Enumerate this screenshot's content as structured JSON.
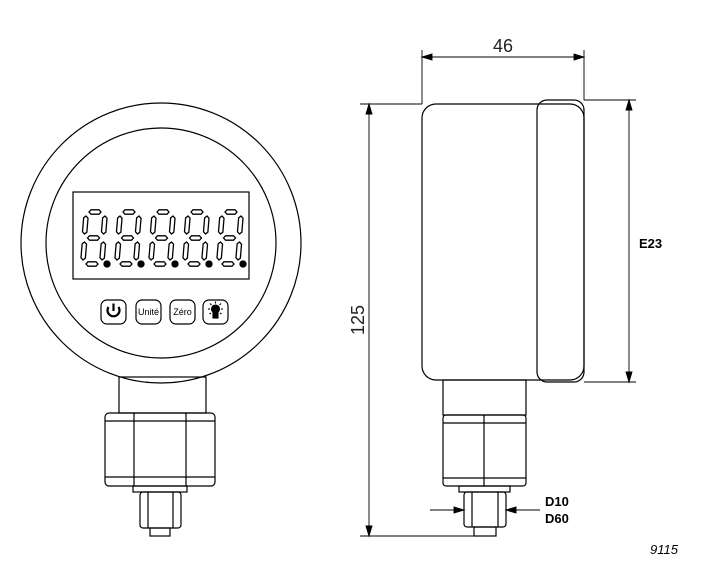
{
  "buttons": {
    "power_icon": "power-icon",
    "unit_label": "Unité",
    "zero_label": "Zéro",
    "light_icon": "backlight-icon"
  },
  "dimensions": {
    "width": "46",
    "height": "125",
    "thread_top": "E23",
    "thread_d10": "D10",
    "thread_d60": "D60"
  },
  "reference": "9115",
  "display": {
    "segments_color": "#000000",
    "digits": 5
  }
}
